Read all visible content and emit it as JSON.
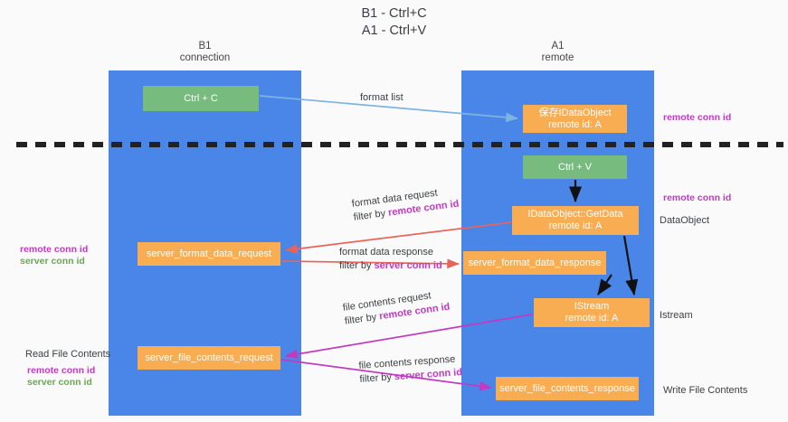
{
  "title": {
    "line1": "B1 - Ctrl+C",
    "line2": "A1 - Ctrl+V"
  },
  "lanes": [
    {
      "id": "b1",
      "name": "B1",
      "role": "connection",
      "color": "#4a86e8"
    },
    {
      "id": "a1",
      "name": "A1",
      "role": "remote",
      "color": "#4a86e8"
    }
  ],
  "nodes": {
    "ctrl_c": {
      "label": "Ctrl + C",
      "color": "#77bb7e"
    },
    "save_idataobject": {
      "line1": "保存IDataObject",
      "line2": "remote id: A",
      "color": "#f9ad52"
    },
    "ctrl_v": {
      "label": "Ctrl + V",
      "color": "#77bb7e"
    },
    "getdata": {
      "line1": "IDataObject::GetData",
      "line2": "remote id: A",
      "color": "#f9ad52"
    },
    "server_format_data_request": {
      "label": "server_format_data_request",
      "color": "#f9ad52"
    },
    "server_format_data_response": {
      "label": "server_format_data_response",
      "color": "#f9ad52"
    },
    "istream": {
      "line1": "IStream",
      "line2": "remote id: A",
      "color": "#f9ad52"
    },
    "server_file_contents_request": {
      "label": "server_file_contents_request",
      "color": "#f9ad52"
    },
    "server_file_contents_response": {
      "label": "server_file_contents_response",
      "color": "#f9ad52"
    }
  },
  "edge_labels": {
    "format_list": {
      "text": "format list"
    },
    "format_data_request": {
      "text": "format data request",
      "filter_prefix": "filter by ",
      "filter_key": "remote conn id"
    },
    "format_data_response": {
      "text": "format data response",
      "filter_prefix": "filter by ",
      "filter_key": "server conn id"
    },
    "file_contents_request": {
      "text": "file contents request",
      "filter_prefix": "filter by ",
      "filter_key": "remote conn id"
    },
    "file_contents_response": {
      "text": "file contents response",
      "filter_prefix": "filter by ",
      "filter_key": "server conn id"
    }
  },
  "annotations": {
    "right": {
      "remote_conn_id_top": "remote conn id",
      "remote_conn_id_mid": "remote conn id",
      "dataobject": "DataObject",
      "istream": "Istream",
      "write_file_contents": "Write File Contents"
    },
    "left": {
      "remote_conn_id_top": "remote conn id",
      "server_conn_id_top": "server conn id",
      "read_file_contents": "Read File Contents",
      "remote_conn_id_bottom": "remote conn id",
      "server_conn_id_bottom": "server conn id"
    }
  },
  "colors": {
    "lane": "#4a86e8",
    "node_orange": "#f9ad52",
    "node_green": "#77bb7e",
    "highlight_purple": "#c23ac2",
    "highlight_green": "#6aa84f",
    "arrow_blue": "#7fb3e0",
    "arrow_red": "#e8645a",
    "arrow_magenta": "#c23ac2",
    "arrow_black": "#000000",
    "divider": "#222222"
  }
}
